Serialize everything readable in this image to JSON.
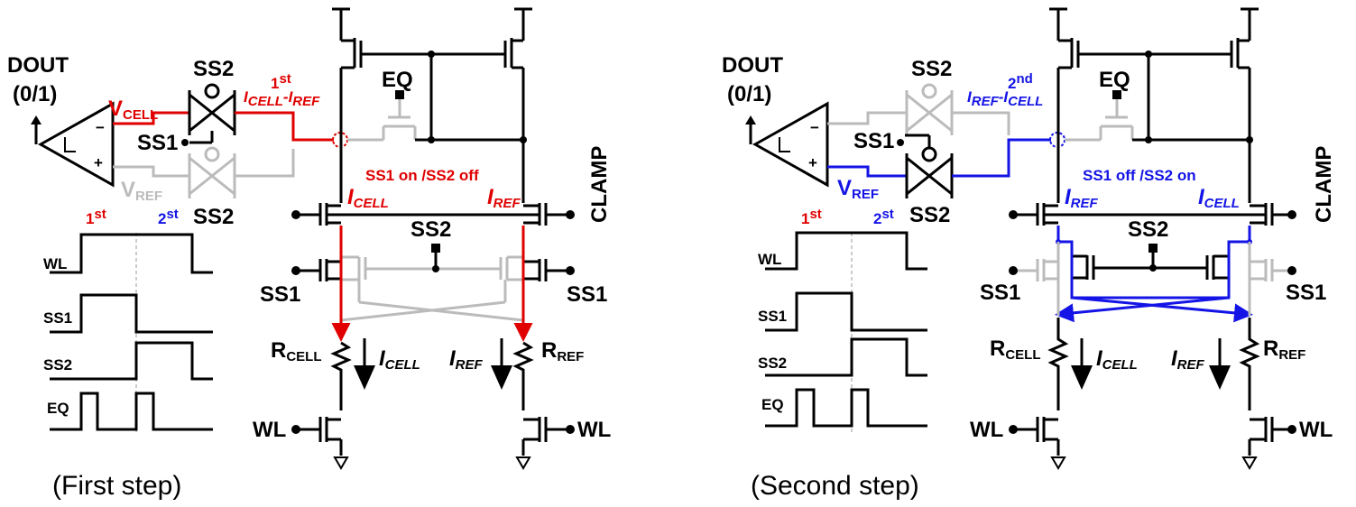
{
  "colors": {
    "red": "#e00000",
    "blue": "#1414e6",
    "gray": "#bbbbbb",
    "black": "#000000"
  },
  "left": {
    "caption": "(First step)",
    "dout": "DOUT",
    "dout_val": "(0/1)",
    "vcell": "V",
    "vcell_sub": "CELL",
    "vref": "V",
    "vref_sub": "REF",
    "ss2_top": "SS2",
    "ss2_bot": "SS2",
    "ss1": "SS1",
    "step_sup": "1",
    "step_sup_suffix": "st",
    "current_expr": "I",
    "current_expr_sub1": "CELL",
    "current_expr_minus": "-I",
    "current_expr_sub2": "REF",
    "eq": "EQ",
    "mode": "SS1 on /SS2 off",
    "icell_top": "I",
    "icell_top_sub": "CELL",
    "iref_top": "I",
    "iref_top_sub": "REF",
    "ss2_mid": "SS2",
    "clamp": "CLAMP",
    "ss1_left": "SS1",
    "ss1_right": "SS1",
    "rcell": "R",
    "rcell_sub": "CELL",
    "rref": "R",
    "rref_sub": "REF",
    "icell_arrow": "I",
    "icell_arrow_sub": "CELL",
    "iref_arrow": "I",
    "iref_arrow_sub": "REF",
    "wl_left": "WL",
    "wl_right": "WL",
    "timing": {
      "first": "1",
      "first_sup": "st",
      "second": "2",
      "second_sup": "st",
      "signals": [
        "WL",
        "SS1",
        "SS2",
        "EQ"
      ]
    }
  },
  "right": {
    "caption": "(Second step)",
    "dout": "DOUT",
    "dout_val": "(0/1)",
    "vref": "V",
    "vref_sub": "REF",
    "ss2_top": "SS2",
    "ss2_bot": "SS2",
    "ss1": "SS1",
    "step_sup": "2",
    "step_sup_suffix": "nd",
    "current_expr": "I",
    "current_expr_sub1": "REF",
    "current_expr_minus": "-I",
    "current_expr_sub2": "CELL",
    "eq": "EQ",
    "mode": "SS1 off /SS2 on",
    "iref_top": "I",
    "iref_top_sub": "REF",
    "icell_top": "I",
    "icell_top_sub": "CELL",
    "ss2_mid": "SS2",
    "clamp": "CLAMP",
    "ss1_left": "SS1",
    "ss1_right": "SS1",
    "rcell": "R",
    "rcell_sub": "CELL",
    "rref": "R",
    "rref_sub": "REF",
    "icell_arrow": "I",
    "icell_arrow_sub": "CELL",
    "iref_arrow": "I",
    "iref_arrow_sub": "REF",
    "wl_left": "WL",
    "wl_right": "WL",
    "timing": {
      "first": "1",
      "first_sup": "st",
      "second": "2",
      "second_sup": "st",
      "signals": [
        "WL",
        "SS1",
        "SS2",
        "EQ"
      ]
    }
  }
}
